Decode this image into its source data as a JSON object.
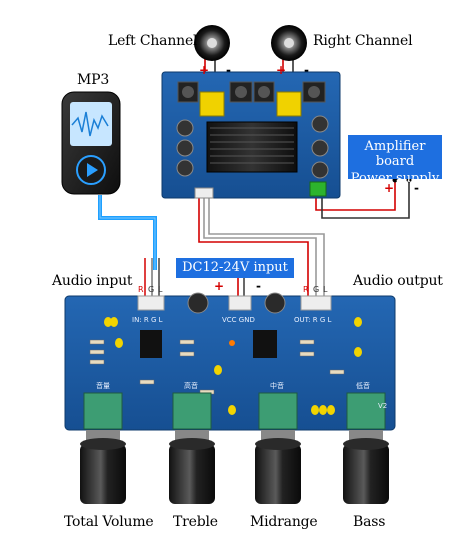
{
  "speakers": {
    "left_channel": "Left Channel",
    "right_channel": "Right Channel"
  },
  "mp3": {
    "label": "MP3"
  },
  "amplifier_box": {
    "line1": "Amplifier board",
    "line2": "Power supply"
  },
  "dc_input": {
    "label": "DC12-24V input"
  },
  "io": {
    "audio_input": "Audio input",
    "audio_output": "Audio output"
  },
  "connector_letters": {
    "input": [
      "R",
      "G",
      "L"
    ],
    "output": [
      "R",
      "G",
      "L"
    ]
  },
  "polarity": {
    "plus": "+",
    "minus": "-"
  },
  "knobs": [
    {
      "label": "Total Volume"
    },
    {
      "label": "Treble"
    },
    {
      "label": "Midrange"
    },
    {
      "label": "Bass"
    }
  ],
  "pcb_silkscreen": {
    "in": "IN: R  G  L",
    "vcc_gnd": "VCC GND",
    "out": "OUT: R  G  L",
    "volume_cn": "音量",
    "treble_cn": "高音",
    "mid_cn": "中音",
    "bass_cn": "低音",
    "version": "V2"
  },
  "colors": {
    "pcb_blue": "#1c5fa8",
    "dc_box": "#1e6fe0",
    "wire_red": "#d40000",
    "wire_gray": "#9a9a9a",
    "wire_cyan": "#1ea0ff",
    "amp_box": "#1e6fe0"
  }
}
